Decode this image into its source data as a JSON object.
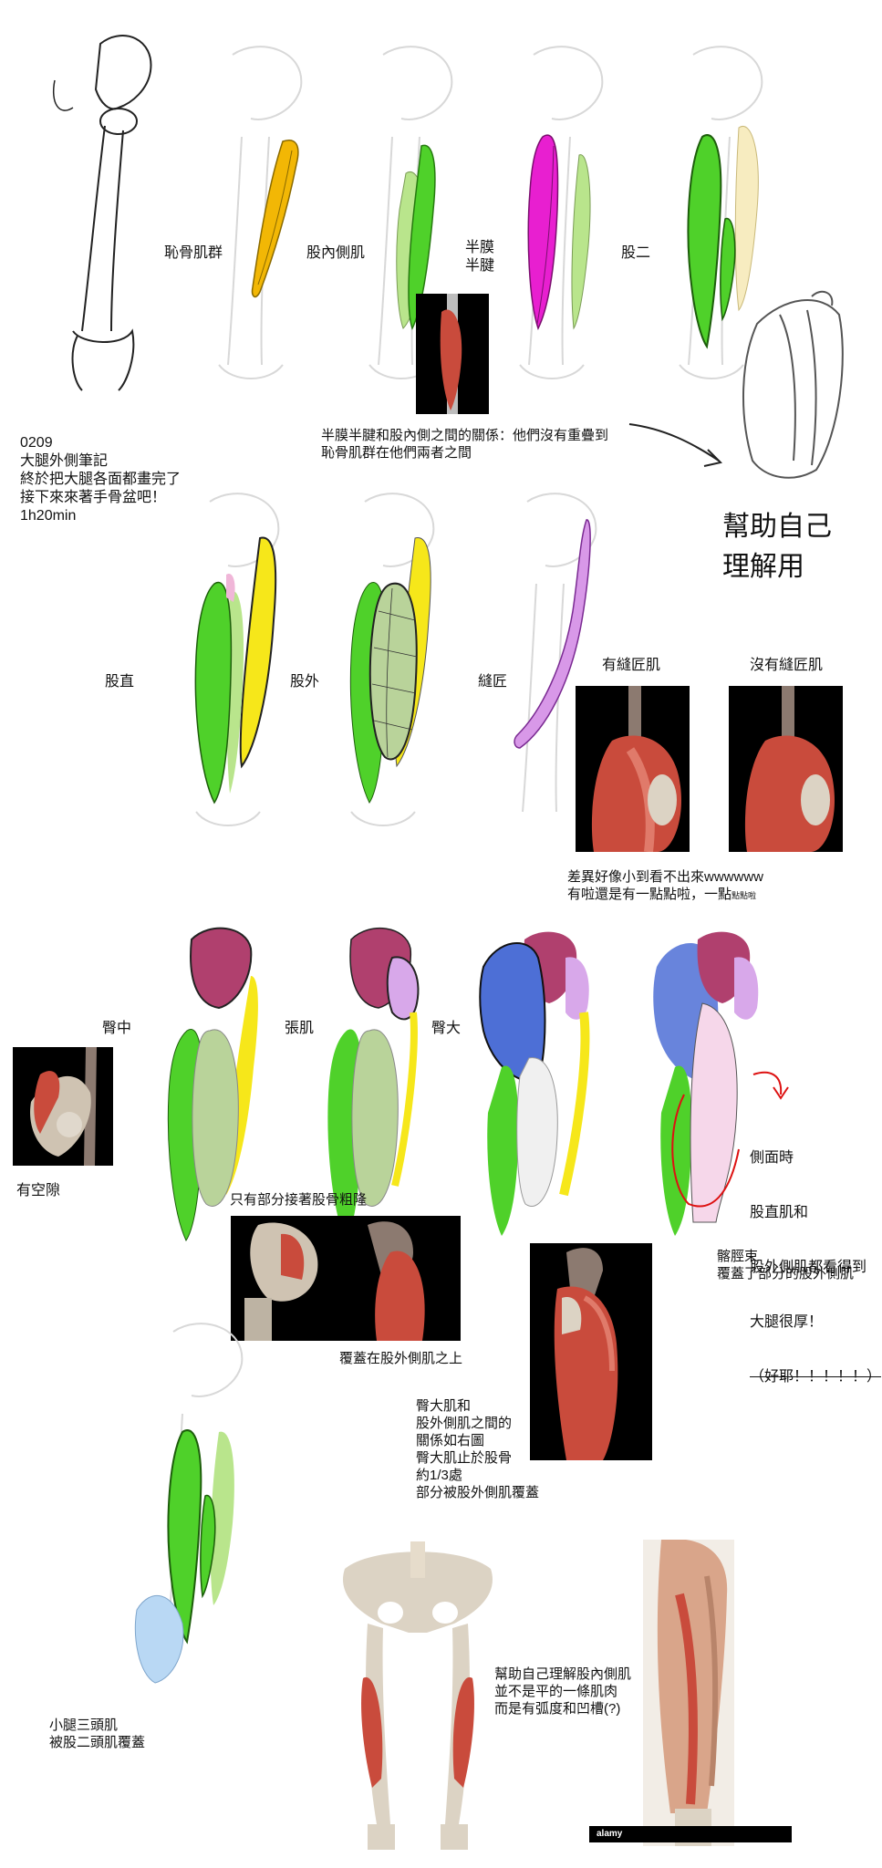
{
  "labels": {
    "pubic": "恥骨肌群",
    "adductor": "股內側肌",
    "semi": "半膜\n半腱",
    "biceps": "股二",
    "rectus": "股直",
    "lateral": "股外",
    "sartorius": "縫匠",
    "with_sartorius": "有縫匠肌",
    "without_sartorius": "沒有縫匠肌",
    "gmed": "臀中",
    "tfl": "張肌",
    "gmax": "臀大"
  },
  "notes": {
    "intro": "0209\n大腿外側筆記\n終於把大腿各面都畫完了\n接下來來著手骨盆吧！\n1h20min",
    "semi_relation": "半膜半腱和股內側之間的關係：他們沒有重疊到\n恥骨肌群在他們兩者之間",
    "handwritten": "幫助自己\n理解用",
    "difference_1": "差異好像小到看不出來wwwwww",
    "difference_2": "有啦還是有一點點啦，一點",
    "difference_small": "點點啦",
    "gap": "有空隙",
    "partial": "只有部分接著股骨粗隆",
    "covers": "覆蓋在股外側肌之上",
    "side_view_1": "側面時",
    "side_view_2": "股直肌和",
    "side_view_3": "股外側肌都看得到",
    "side_view_4": "大腿很厚！",
    "side_view_5": "（好耶！！！！！）",
    "itb": "髂脛束\n覆蓋了部分的股外側肌",
    "gmax_relation": "臀大肌和\n股外側肌之間的\n關係如右圖\n臀大肌止於股骨\n約1/3處\n部分被股外側肌覆蓋",
    "calf": "小腿三頭肌\n被股二頭肌覆蓋",
    "understand": "幫助自己理解股內側肌\n並不是平的一條肌肉\n而是有弧度和凹槽(?)",
    "watermark": "alamy"
  },
  "colors": {
    "pubic": "#f2b705",
    "green": "#4fd12a",
    "lightgreen": "#b9e58c",
    "magenta": "#e81fd0",
    "yellow": "#f6e71a",
    "pink": "#f0b6d8",
    "purple": "#c97ee0",
    "maroon": "#b0406e",
    "blue": "#4d6fd6",
    "lightblue": "#b9d8f4",
    "muscle": "#c94b3c",
    "bone": "#dcd3c4",
    "red_note": "#d11111"
  }
}
